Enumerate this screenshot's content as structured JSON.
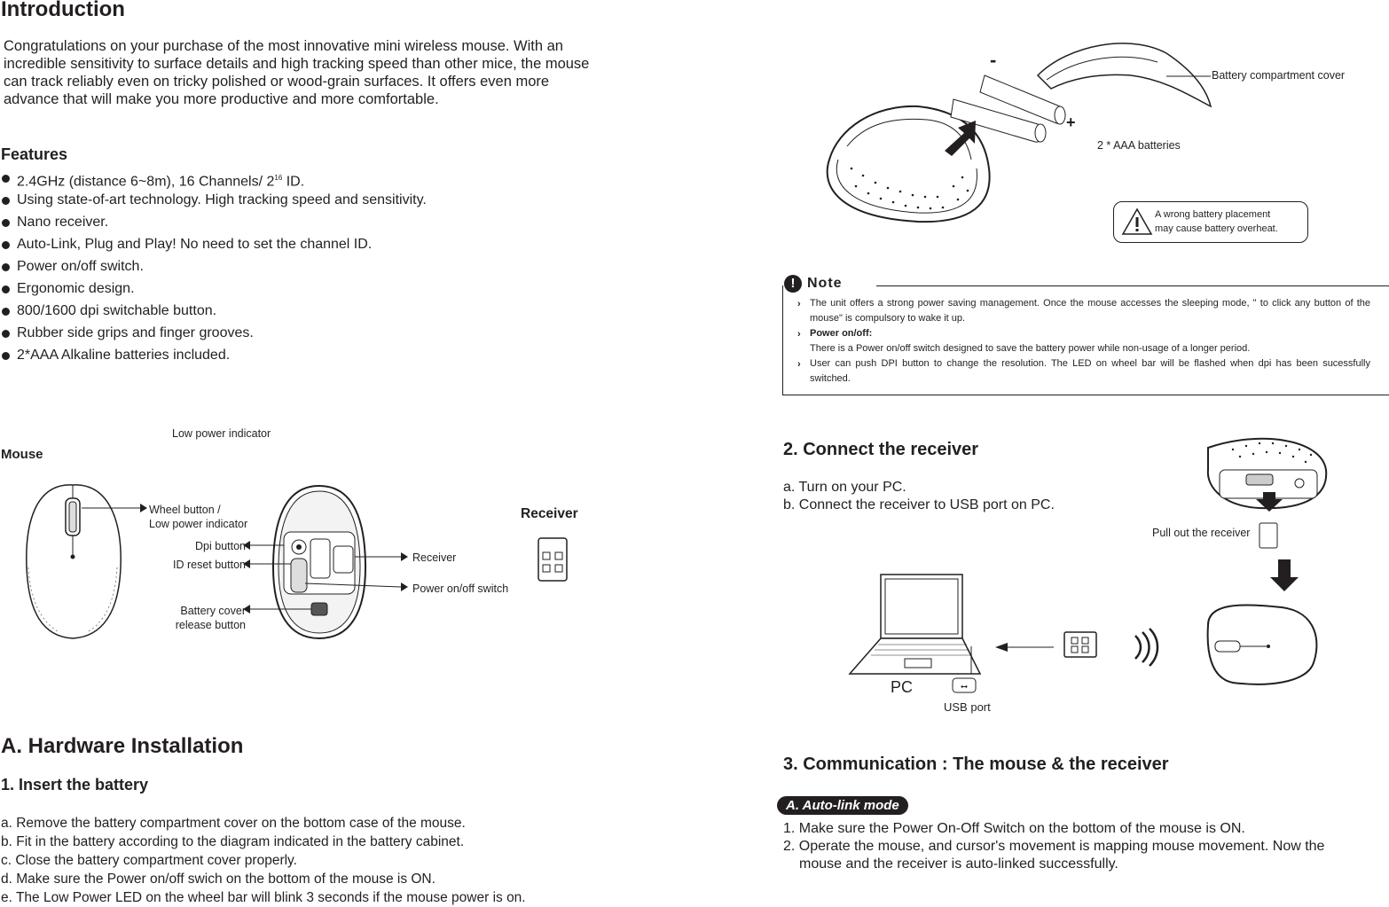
{
  "intro": {
    "title": "Introduction",
    "text": "Congratulations on your purchase of the most innovative mini wireless mouse. With an incredible sensitivity to surface details and high tracking speed than other mice, the mouse can track reliably even on tricky polished or wood-grain surfaces. It offers even more advance that will make you more productive and more comfortable."
  },
  "features": {
    "title": "Features",
    "items": [
      {
        "pre": "2.4GHz (distance 6~8m), 16 Channels/ 2",
        "sup": "16",
        "post": " ID."
      },
      {
        "pre": "Using state-of-art technology. High tracking speed and sensitivity."
      },
      {
        "pre": "Nano receiver."
      },
      {
        "pre": "Auto-Link, Plug and Play! No need to set the channel ID."
      },
      {
        "pre": "Power on/off switch."
      },
      {
        "pre": "Ergonomic design."
      },
      {
        "pre": "800/1600 dpi switchable button."
      },
      {
        "pre": "Rubber side grips and finger grooves."
      },
      {
        "pre": "2*AAA Alkaline batteries included."
      }
    ]
  },
  "diagram": {
    "low_power_top": "Low power indicator",
    "mouse_title": "Mouse",
    "wheel_label_1": "Wheel button /",
    "wheel_label_2": "Low power indicator",
    "dpi": "Dpi button",
    "id_reset": "ID reset button",
    "battery_release_1": "Battery cover",
    "battery_release_2": "release button",
    "receiver_label": "Receiver",
    "power_switch": "Power on/off switch",
    "receiver_title": "Receiver"
  },
  "hardware": {
    "title": "A. Hardware Installation",
    "step_title": "1. Insert the battery",
    "steps": [
      "a. Remove the battery compartment cover on the bottom case of the mouse.",
      "b. Fit in the battery according to the diagram indicated in the battery cabinet.",
      "c. Close the battery compartment cover properly.",
      "d. Make sure the Power on/off swich on the bottom of the mouse is ON.",
      "e. The Low Power LED on the wheel bar will blink 3 seconds if the mouse power is on."
    ]
  },
  "battery_fig": {
    "minus": "-",
    "plus": "+",
    "cover": "Battery compartment cover",
    "batteries": "2 * AAA batteries",
    "warn_1": "A wrong battery placement",
    "warn_2": "may cause battery overheat."
  },
  "note": {
    "title": "Note",
    "items": [
      {
        "bold": "",
        "text": "The unit offers a strong power saving management. Once the mouse accesses the sleeping mode, \" to click any button of the mouse\" is compulsory to wake it up."
      },
      {
        "bold": "Power on/off:",
        "text": "There is a Power on/off switch designed to save the battery power while non-usage of a longer period."
      },
      {
        "bold": "",
        "text": "User can push DPI button to change the resolution. The LED on wheel bar will be flashed when dpi has been sucessfully switched."
      }
    ]
  },
  "connect": {
    "title": "2. Connect the receiver",
    "steps": [
      "a. Turn on your PC.",
      "b. Connect the receiver to USB port on PC."
    ],
    "pull": "Pull out the receiver",
    "pc": "PC",
    "usb": "USB port"
  },
  "comm": {
    "title": "3. Communication : The mouse & the receiver",
    "mode": "A. Auto-link mode",
    "steps": [
      "1. Make sure the Power On-Off Switch on the bottom of the mouse is ON.",
      "2. Operate the mouse, and cursor's movement is mapping mouse movement. Now the",
      "mouse and the receiver is auto-linked successfully."
    ]
  }
}
